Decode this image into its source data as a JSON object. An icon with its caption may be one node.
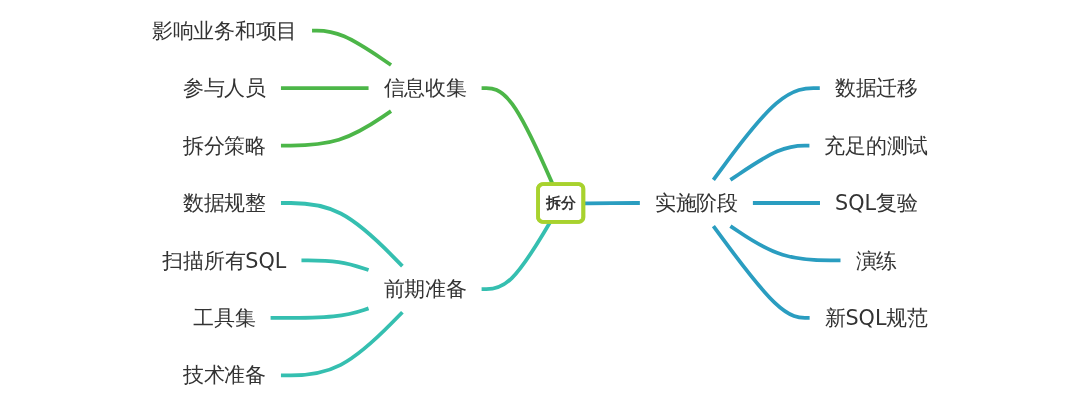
{
  "diagram": {
    "nodes": [
      {
        "text": [
          "拆分"
        ]
      },
      {
        "text": [
          "信息收集"
        ]
      },
      {
        "text": [
          "影响业务和项目"
        ]
      },
      {
        "text": [
          "参与人员"
        ]
      },
      {
        "text": [
          "拆分策略"
        ]
      },
      {
        "text": [
          "前期准备"
        ]
      },
      {
        "text": [
          "数据规整"
        ]
      },
      {
        "text": [
          "扫描所有SQL"
        ]
      },
      {
        "text": [
          "工具集"
        ]
      },
      {
        "text": [
          "技术准备"
        ]
      },
      {
        "text": [
          "实施阶段"
        ]
      },
      {
        "text": [
          "数据迁移"
        ]
      },
      {
        "text": [
          "充足的测试"
        ]
      },
      {
        "text": [
          "SQL复验"
        ]
      },
      {
        "text": [
          "演练"
        ]
      },
      {
        "text": [
          "新SQL规范"
        ]
      }
    ],
    "edges": [
      {
        "from": 2,
        "to": 1,
        "arrow": "none",
        "color": "#4cb648"
      },
      {
        "from": 3,
        "to": 1,
        "arrow": "none",
        "color": "#4cb648"
      },
      {
        "from": 4,
        "to": 1,
        "arrow": "none",
        "color": "#4cb648"
      },
      {
        "from": 1,
        "to": 0,
        "arrow": "none",
        "color": "#4cb648"
      },
      {
        "from": 6,
        "to": 5,
        "arrow": "none",
        "color": "#35bfb0"
      },
      {
        "from": 7,
        "to": 5,
        "arrow": "none",
        "color": "#35bfb0"
      },
      {
        "from": 8,
        "to": 5,
        "arrow": "none",
        "color": "#35bfb0"
      },
      {
        "from": 9,
        "to": 5,
        "arrow": "none",
        "color": "#35bfb0"
      },
      {
        "from": 5,
        "to": 0,
        "arrow": "none",
        "color": "#35bfb0"
      },
      {
        "from": 0,
        "to": 10,
        "arrow": "none",
        "color": "#2a9dc0"
      },
      {
        "from": 10,
        "to": 11,
        "arrow": "none",
        "color": "#2a9dc0"
      },
      {
        "from": 10,
        "to": 12,
        "arrow": "none",
        "color": "#2a9dc0"
      },
      {
        "from": 10,
        "to": 13,
        "arrow": "none",
        "color": "#2a9dc0"
      },
      {
        "from": 10,
        "to": 14,
        "arrow": "none",
        "color": "#2a9dc0"
      },
      {
        "from": 10,
        "to": 15,
        "arrow": "none",
        "color": "#2a9dc0"
      }
    ]
  }
}
